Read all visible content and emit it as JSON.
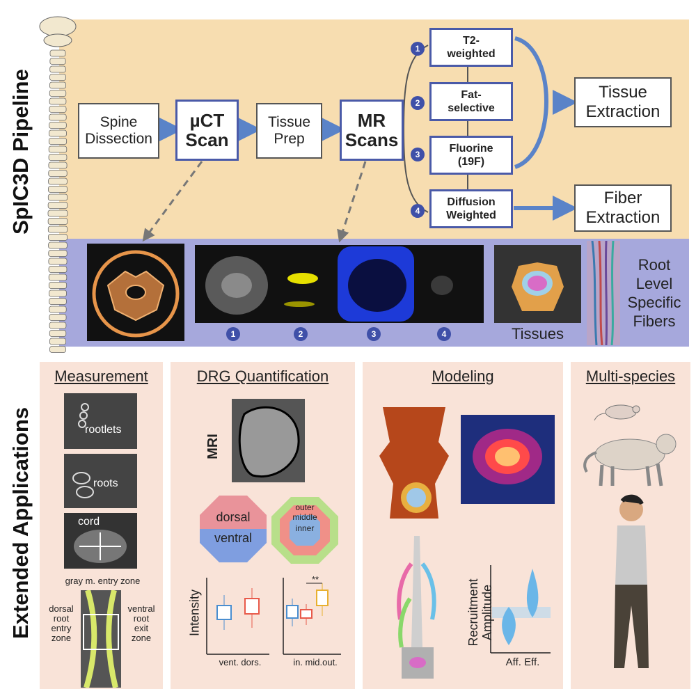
{
  "colors": {
    "pipeline_bg": "#f7ddb0",
    "strip_bg": "#a6a8dc",
    "panel_bg": "#f9e3d8",
    "accent": "#4a5aa8",
    "arrow": "#5a83c8"
  },
  "titles": {
    "pipeline": "SpIC3D Pipeline",
    "applications": "Extended Applications"
  },
  "pipeline": {
    "spine_dissection": "Spine\nDissection",
    "uct_scan": "µCT\nScan",
    "tissue_prep": "Tissue\nPrep",
    "mr_scans": "MR\nScans",
    "scan_types": [
      {
        "num": "1",
        "label": "T2-\nweighted"
      },
      {
        "num": "2",
        "label": "Fat-\nselective"
      },
      {
        "num": "3",
        "label": "Fluorine\n(19F)"
      },
      {
        "num": "4",
        "label": "Diffusion\nWeighted"
      }
    ],
    "tissue_extraction": "Tissue\nExtraction",
    "fiber_extraction": "Fiber\nExtraction"
  },
  "strip": {
    "mr_numbers": [
      "1",
      "2",
      "3",
      "4"
    ],
    "tissues_label": "Tissues",
    "fibers_label": "Root\nLevel\nSpecific\nFibers"
  },
  "applications": {
    "measurement": {
      "title": "Measurement",
      "rootlets": "rootlets",
      "roots": "roots",
      "cord": "cord",
      "gray_entry": "gray m. entry zone",
      "dorsal": "dorsal\nroot\nentry\nzone",
      "ventral": "ventral\nroot\nexit\nzone"
    },
    "drg": {
      "title": "DRG Quantification",
      "mri": "MRI",
      "dorsal": "dorsal",
      "ventral": "ventral",
      "outer": "outer",
      "middle": "middle",
      "inner": "inner",
      "ylabel": "Intensity",
      "xlabels_left": "vent. dors.",
      "xlabels_right": "in. mid.out.",
      "significance": "**"
    },
    "modeling": {
      "title": "Modeling",
      "ylabel": "Recruitment\nAmplitude",
      "xlabels": "Aff. Eff."
    },
    "multispecies": {
      "title": "Multi-species"
    }
  }
}
